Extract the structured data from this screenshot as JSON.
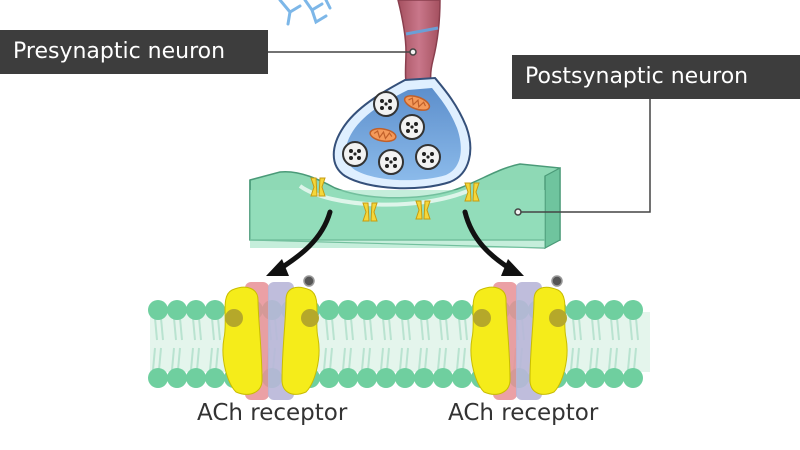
{
  "labels": {
    "presynaptic": "Presynaptic neuron",
    "postsynaptic": "Postsynaptic neuron",
    "receptor_left": "ACh receptor",
    "receptor_right": "ACh receptor"
  },
  "colors": {
    "axon": "#c46f7e",
    "terminal_fill": "#6b9fd6",
    "postsynaptic_fill": "#8ed9b5",
    "receptor_yellow": "#f5ec1a",
    "lipid_head": "#6fcf9f",
    "callout_bg": "#3d3d3d"
  },
  "icons": {
    "vesicle": "synaptic-vesicle-icon",
    "mitochondrion": "mitochondrion-icon",
    "receptor": "ach-receptor-icon",
    "acetylcholine": "acetylcholine-molecule-icon"
  }
}
